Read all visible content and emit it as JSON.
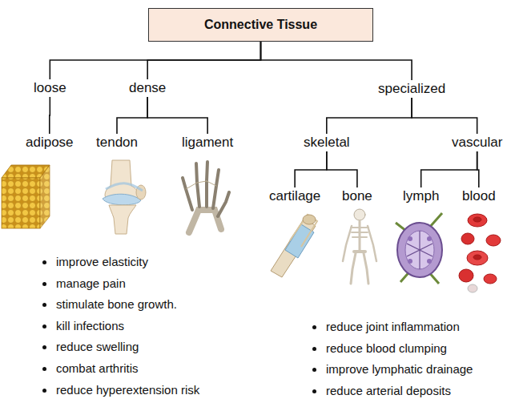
{
  "diagram": {
    "nodes": [
      {
        "text": [
          "Connective Tissue"
        ]
      },
      {
        "text": [
          "loose"
        ]
      },
      {
        "text": [
          "dense"
        ]
      },
      {
        "text": [
          "specialized"
        ]
      },
      {
        "text": [
          "adipose"
        ]
      },
      {
        "text": [
          "tendon"
        ]
      },
      {
        "text": [
          "ligament"
        ]
      },
      {
        "text": [
          "skeletal"
        ]
      },
      {
        "text": [
          "vascular"
        ]
      },
      {
        "text": [
          "cartilage"
        ]
      },
      {
        "text": [
          "bone"
        ]
      },
      {
        "text": [
          "lymph"
        ]
      },
      {
        "text": [
          "blood"
        ]
      }
    ],
    "edges": [
      {
        "from": 0,
        "to": 1,
        "arrow": "none"
      },
      {
        "from": 0,
        "to": 2,
        "arrow": "none"
      },
      {
        "from": 0,
        "to": 3,
        "arrow": "none"
      },
      {
        "from": 1,
        "to": 4,
        "arrow": "none"
      },
      {
        "from": 2,
        "to": 5,
        "arrow": "none"
      },
      {
        "from": 2,
        "to": 6,
        "arrow": "none"
      },
      {
        "from": 3,
        "to": 7,
        "arrow": "none"
      },
      {
        "from": 3,
        "to": 8,
        "arrow": "none"
      },
      {
        "from": 7,
        "to": 9,
        "arrow": "none"
      },
      {
        "from": 7,
        "to": 10,
        "arrow": "none"
      },
      {
        "from": 8,
        "to": 11,
        "arrow": "none"
      },
      {
        "from": 8,
        "to": 12,
        "arrow": "none"
      }
    ],
    "labels": [
      "improve elasticity",
      "manage pain",
      "stimulate bone growth.",
      "kill infections",
      "reduce swelling",
      "combat arthritis",
      "reduce hyperextension risk",
      "reduce joint inflammation",
      "reduce blood clumping",
      "improve lymphatic drainage",
      "reduce arterial deposits"
    ]
  }
}
